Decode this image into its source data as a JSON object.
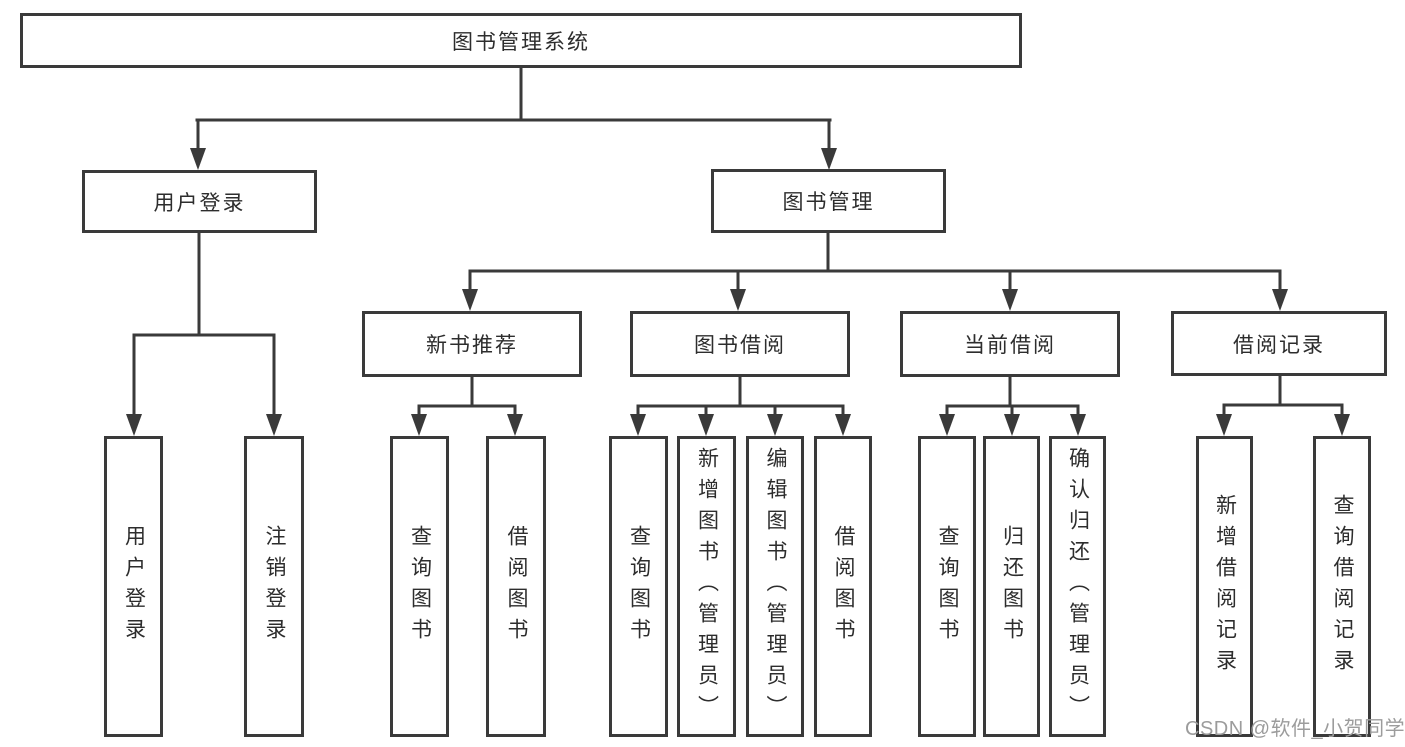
{
  "diagram_title": "图书管理系统",
  "tree": {
    "label": "图书管理系统",
    "children": [
      {
        "label": "用户登录",
        "children": [
          {
            "label": "用户登录"
          },
          {
            "label": "注销登录"
          }
        ]
      },
      {
        "label": "图书管理",
        "children": [
          {
            "label": "新书推荐",
            "children": [
              {
                "label": "查询图书"
              },
              {
                "label": "借阅图书"
              }
            ]
          },
          {
            "label": "图书借阅",
            "children": [
              {
                "label": "查询图书"
              },
              {
                "label": "新增图书（管理员）"
              },
              {
                "label": "编辑图书（管理员）"
              },
              {
                "label": "借阅图书"
              }
            ]
          },
          {
            "label": "当前借阅",
            "children": [
              {
                "label": "查询图书"
              },
              {
                "label": "归还图书"
              },
              {
                "label": "确认归还（管理员）"
              }
            ]
          },
          {
            "label": "借阅记录",
            "children": [
              {
                "label": "新增借阅记录"
              },
              {
                "label": "查询借阅记录"
              }
            ]
          }
        ]
      }
    ]
  },
  "watermark": {
    "text": "CSDN @软件_小贺同学"
  },
  "colors": {
    "line": "#3a3a3a",
    "text": "#2d2d2d",
    "watermark": "#9c9c9c",
    "background": "#ffffff"
  }
}
